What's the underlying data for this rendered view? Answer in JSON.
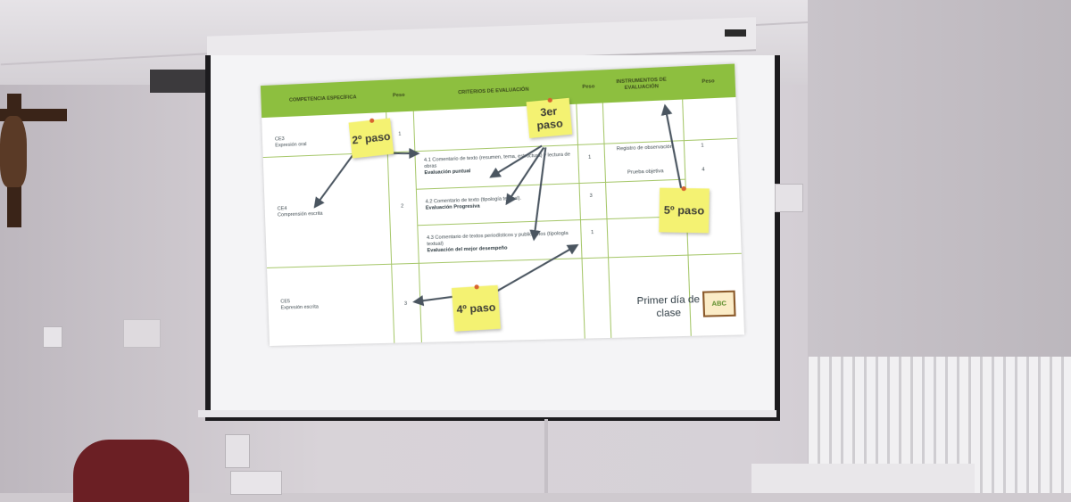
{
  "slide": {
    "headers": {
      "competencia": "COMPETENCIA ESPECÍFICA",
      "peso1": "Peso",
      "criterios": "CRITERIOS DE EVALUACIÓN",
      "peso2": "Peso",
      "instrumentos": "INSTRUMENTOS DE EVALUACIÓN",
      "peso3": "Peso"
    },
    "rows": {
      "ce3_code": "CE3",
      "ce3_name": "Expresión oral",
      "ce3_peso": "1",
      "ce4_code": "CE4",
      "ce4_name": "Comprensión escrita",
      "ce4_peso": "2",
      "ce5_code": "CE5",
      "ce5_name": "Expresión escrita",
      "ce5_peso": "3",
      "crit1_text": "4.1 Comentario de texto (resumen, tema, estructura) y lectura de obras",
      "crit1_eval": "Evaluación puntual",
      "crit1_peso": "1",
      "crit2_text": "4.2 Comentario de texto (tipología textual).",
      "crit2_eval": "Evaluación Progresiva",
      "crit2_peso": "3",
      "crit3_text": "4.3 Comentario de textos periodísticos y publicitarios (tipología textual)",
      "crit3_eval": "Evaluación del mejor desempeño",
      "crit3_peso": "1",
      "instr1": "Registro de observación",
      "instr1_peso": "1",
      "instr2": "Prueba objetiva",
      "instr2_peso": "4"
    },
    "notes": {
      "step2": "2º paso",
      "step3": "3er paso",
      "step4": "4º paso",
      "step5": "5º paso"
    },
    "footer": {
      "primer": "Primer día de clase",
      "badge": "ABC"
    }
  },
  "colors": {
    "header_green": "#8dbf3f",
    "sticky_yellow": "#f4f272",
    "arrow": "#4a5560"
  }
}
